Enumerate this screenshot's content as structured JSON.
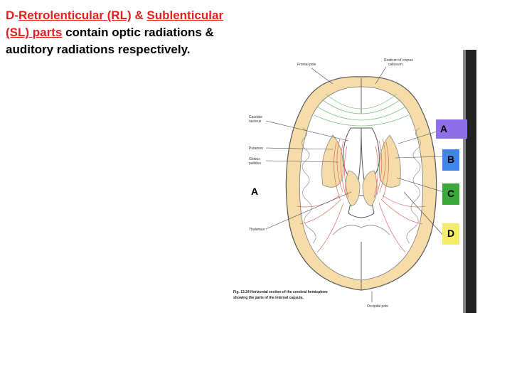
{
  "heading": {
    "prefix": "D-",
    "term1": "Retrolenticular (RL)",
    "amp": " &",
    "term2": "Sublenticular (SL) parts",
    "rest": " contain optic radiations & auditory radiations respectively."
  },
  "figure": {
    "labels": {
      "frontal_pole": "Frontal pole",
      "rostrum_line1": "Rostrum of corpus",
      "rostrum_line2": "callosum",
      "caudate_line1": "Caudate",
      "caudate_line2": "nucleus",
      "putamen": "Putamen",
      "globus_line1": "Globus",
      "globus_line2": "pallidus",
      "thalamus": "Thalamus",
      "occipital_pole": "Occipital pole"
    },
    "caption_line1": "Fig. 13.24  Horizontal section of the cerebral hemisphere",
    "caption_line2": "showing the parts of the internal capsule."
  },
  "side_letter": "A",
  "markers": [
    {
      "letter": "A",
      "color": "#8f6fe8"
    },
    {
      "letter": "B",
      "color": "#3f86e6"
    },
    {
      "letter": "C",
      "color": "#3aa83a"
    },
    {
      "letter": "D",
      "color": "#f4ec6a"
    }
  ]
}
